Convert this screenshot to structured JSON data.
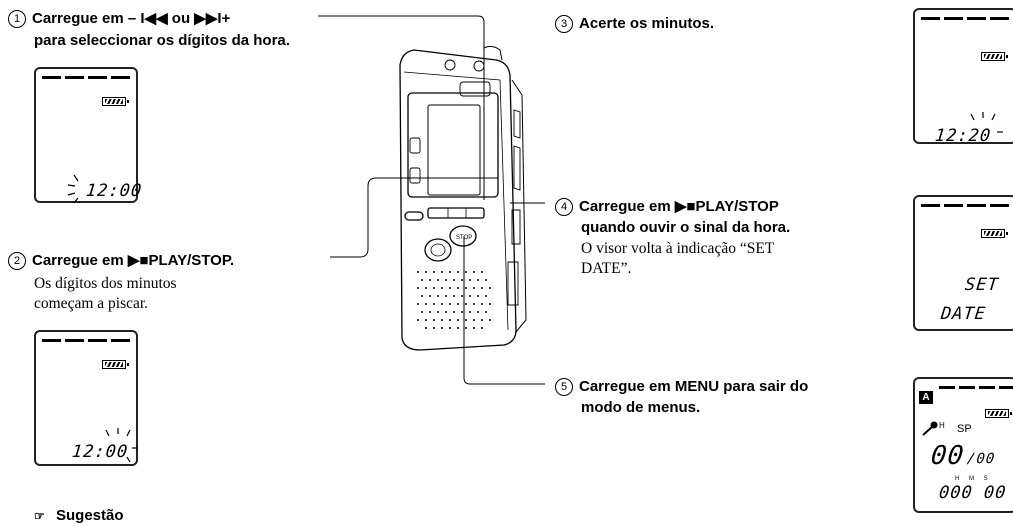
{
  "steps": {
    "s1": {
      "num": "1",
      "line1": "Carregue em – I◀◀ ou ▶▶I+",
      "line2": "para seleccionar os dígitos da hora."
    },
    "s2": {
      "num": "2",
      "title": "Carregue em ▶■PLAY/STOP.",
      "line1": "Os dígitos dos minutos",
      "line2": "começam a piscar."
    },
    "s3": {
      "num": "3",
      "title": "Acerte os minutos."
    },
    "s4": {
      "num": "4",
      "line1": "Carregue em ▶■PLAY/STOP",
      "line2": "quando ouvir o sinal da hora.",
      "body1": "O visor volta à indicação “SET",
      "body2": "DATE”."
    },
    "s5": {
      "num": "5",
      "line1": "Carregue em MENU para sair do",
      "line2": "modo de menus."
    }
  },
  "hint": "Sugestão",
  "displays": {
    "d1": {
      "time": "12:00"
    },
    "d2": {
      "time": "12:00"
    },
    "d3": {
      "time": "12:20"
    },
    "d4": {
      "line1": "SET",
      "line2": "DATE"
    },
    "d5": {
      "folder": "A",
      "mic": "H",
      "mode": "SP",
      "big": "00",
      "small": "/00",
      "hms": "H  M  S",
      "counter": "000 00"
    }
  },
  "device": {
    "stop_label": "STOP"
  }
}
